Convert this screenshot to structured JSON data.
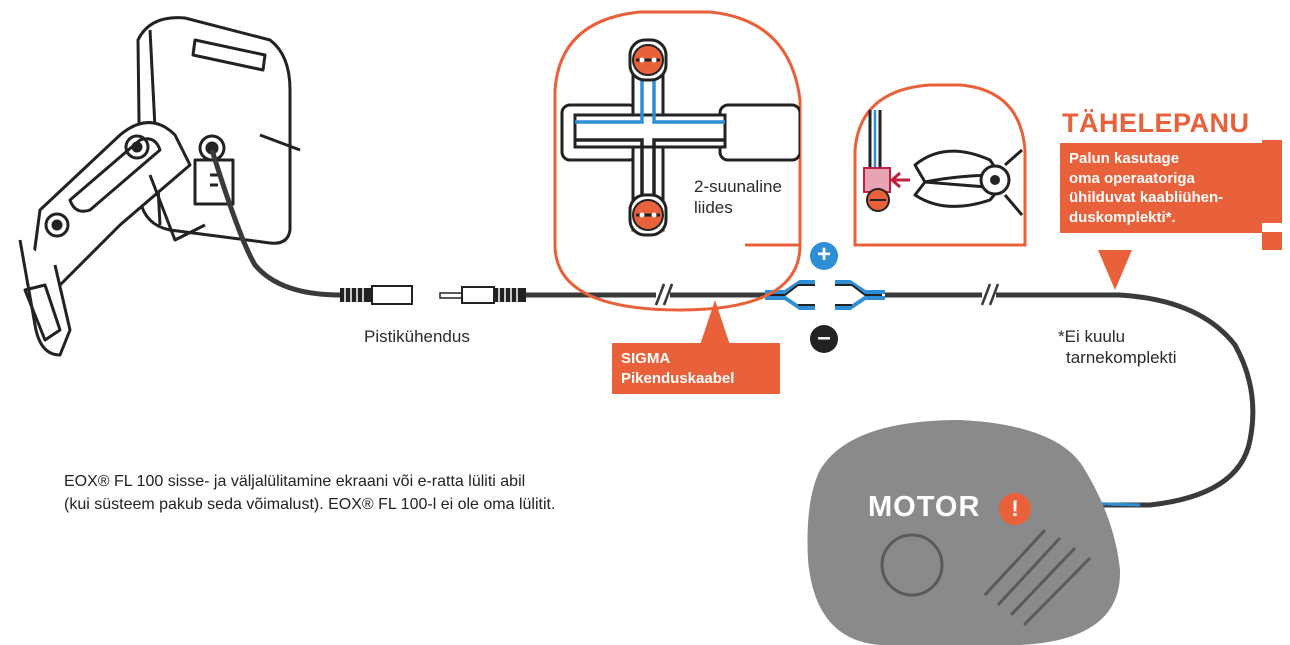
{
  "labels": {
    "plug_connection": "Pistikühendus",
    "two_way": "2-suunaline",
    "two_way_2": "liides",
    "sigma_line1": "SIGMA",
    "sigma_line2": "Pikenduskaabel",
    "attention": "TÄHELEPANU",
    "attention_body": [
      "Palun kasutage",
      "oma operaatoriga",
      "ühilduvat kaabliühen-",
      "duskomplekti*."
    ],
    "not_included_1": "*Ei kuulu",
    "not_included_2": "tarnekomplekti",
    "motor": "MOTOR",
    "plus": "+",
    "minus": "–",
    "exclaim": "!"
  },
  "description": [
    "EOX® FL 100 sisse- ja väljalülitamine ekraani või e-ratta lüliti abil",
    "(kui süsteem pakub seda võimalust). EOX® FL 100-l ei ole oma lülitit."
  ],
  "colors": {
    "accent": "#e8613a",
    "cable": "#3a3a3a",
    "blue_wire": "#2f8fd6",
    "motor_fill": "#8a8a8a",
    "badge_blue": "#2f8fd6"
  },
  "icons": {
    "lamp": "bike-lamp-icon",
    "plug": "connector-plug-icon",
    "pliers": "crimping-pliers-icon",
    "motor": "motor-unit-icon"
  }
}
